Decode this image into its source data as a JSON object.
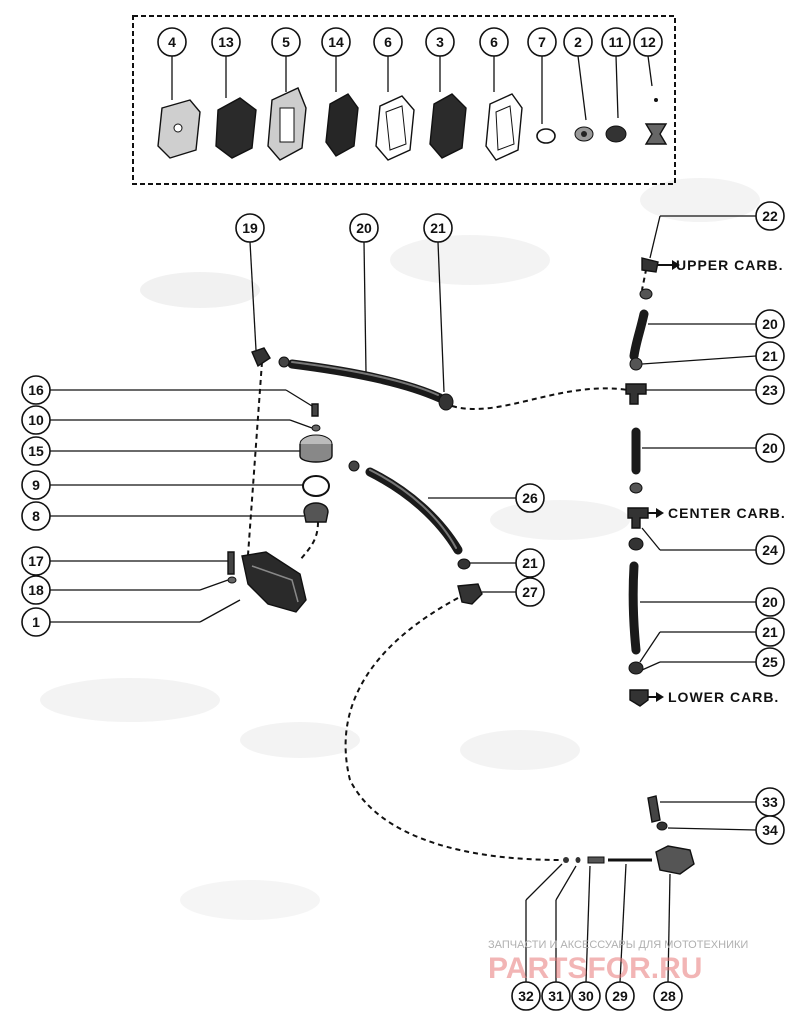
{
  "kit_callouts": [
    "4",
    "13",
    "5",
    "14",
    "6",
    "3",
    "6",
    "7",
    "2",
    "11",
    "12"
  ],
  "callouts": {
    "c19": "19",
    "c20a": "20",
    "c21a": "21",
    "c22": "22",
    "c20b": "20",
    "c21b": "21",
    "c23": "23",
    "c16": "16",
    "c10": "10",
    "c15": "15",
    "c20c": "20",
    "c9": "9",
    "c26": "26",
    "c8": "8",
    "c24": "24",
    "c17": "17",
    "c21c": "21",
    "c18": "18",
    "c27": "27",
    "c20d": "20",
    "c1": "1",
    "c21d": "21",
    "c25": "25",
    "c33": "33",
    "c34": "34",
    "c32": "32",
    "c31": "31",
    "c30": "30",
    "c29": "29",
    "c28": "28"
  },
  "labels": {
    "upper": "UPPER CARB.",
    "center": "CENTER CARB.",
    "lower": "LOWER CARB."
  },
  "watermark": {
    "caption": "ЗАПЧАСТИ И АКСЕССУАРЫ ДЛЯ МОТОТЕХНИКИ",
    "brand": "PARTSFOR.RU"
  }
}
